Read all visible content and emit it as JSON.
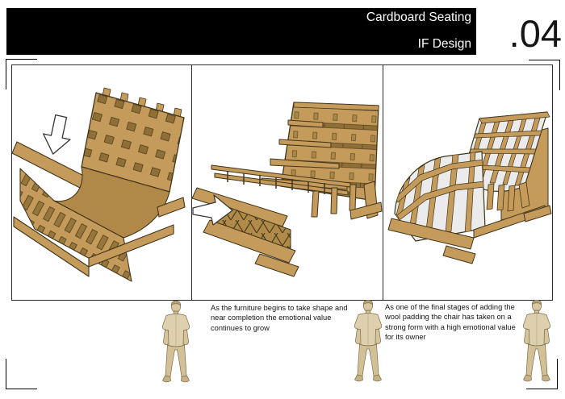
{
  "banner": {
    "title": "Cardboard Seating",
    "subtitle": "IF Design"
  },
  "page_number": ".04",
  "panels": [
    {
      "stage": 1,
      "description": "cardboard chair rib skeleton with assembly arrow pointing down"
    },
    {
      "stage": 2,
      "description": "assembled cardboard chair frame with arrow pointing right at seat base"
    },
    {
      "stage": 3,
      "description": "finished chair with wool padding between cardboard ribs"
    }
  ],
  "captions": {
    "caption_1": "As the furniture begins to take shape and\nnear completion the emotional value\ncontinues to grow",
    "caption_2": "As one of the final stages of adding the\nwool padding the chair has taken on a\nstrong form with a high emotional value\nfor its owner"
  },
  "colors": {
    "cardboard": "#c59b5b",
    "cardboard_shade": "#8f6f35",
    "cardboard_dark": "#41351a",
    "wool_padding": "#ebebeb",
    "banner_bg": "#000000",
    "banner_text": "#ffffff"
  }
}
